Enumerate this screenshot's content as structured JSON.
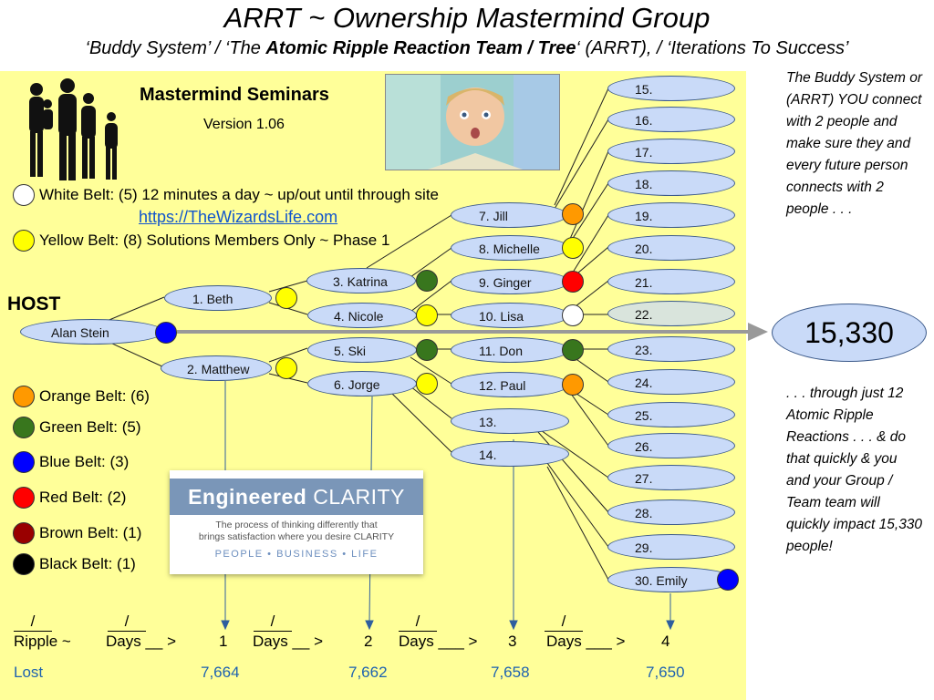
{
  "header": {
    "title": "ARRT ~ Ownership Mastermind Group",
    "subtitle_a": "‘Buddy System’ / ‘The ",
    "subtitle_b": "Atomic Ripple Reaction Team / Tree",
    "subtitle_c": "‘ (ARRT), / ‘Iterations To Success’"
  },
  "seminar": {
    "title": "Mastermind Seminars",
    "version": "Version 1.06"
  },
  "host_label": "HOST",
  "top_legend": [
    {
      "text": "White Belt: (5) 12 minutes a day ~ up/out until through site",
      "color": "#ffffff"
    },
    {
      "text": "Yellow Belt: (8) Solutions Members Only ~ Phase 1",
      "color": "#ffff00"
    }
  ],
  "site_link": "https://TheWizardsLife.com",
  "belt_legend": [
    {
      "text": "Orange Belt: (6)",
      "color": "#ff9900"
    },
    {
      "text": "Green Belt: (5)",
      "color": "#38761d"
    },
    {
      "text": "Blue Belt: (3)",
      "color": "#0000ff"
    },
    {
      "text": "Red Belt: (2)",
      "color": "#ff0000"
    },
    {
      "text": "Brown Belt: (1)",
      "color": "#990000"
    },
    {
      "text": "Black Belt: (1)",
      "color": "#000000"
    }
  ],
  "nodes": {
    "host": "Alan Stein",
    "gen1": [
      "1. Beth",
      "2. Matthew"
    ],
    "gen2": [
      "3. Katrina",
      "4. Nicole",
      "5. Ski",
      "6. Jorge"
    ],
    "gen3": [
      "7. Jill",
      "8. Michelle",
      "9. Ginger",
      "10. Lisa",
      "11. Don",
      "12. Paul",
      "13.",
      "14."
    ],
    "gen4": [
      "15.",
      "16.",
      "17.",
      "18.",
      "19.",
      "20.",
      "21.",
      "22.",
      "23.",
      "24.",
      "25.",
      "26.",
      "27.",
      "28.",
      "29.",
      "30. Emily"
    ]
  },
  "result": "15,330",
  "side_text_top": "The Buddy System or (ARRT) YOU connect with 2 people and make sure they and every future person connects with 2 people . . .",
  "side_text_bottom": ". . . through just 12 Atomic Ripple Reactions . . . & do that quickly & you and your Group / Team team will quickly impact 15,330 people!",
  "clarity": {
    "title_bold": "Engineered",
    "title_light": "CLARITY",
    "tagline_1": "The process of thinking differently that",
    "tagline_2": "brings satisfaction where you desire CLARITY",
    "sub": "PEOPLE • BUSINESS • LIFE"
  },
  "ripple": {
    "ripple_label": "Ripple ~",
    "slash": "/",
    "days_labels": [
      "Days __ >",
      "Days __ >",
      "Days ___ >",
      "Days ___ >"
    ],
    "numbers": [
      "1",
      "2",
      "3",
      "4"
    ],
    "lost_label": "Lost",
    "lost_values": [
      "7,664",
      "7,662",
      "7,658",
      "7,650"
    ]
  }
}
